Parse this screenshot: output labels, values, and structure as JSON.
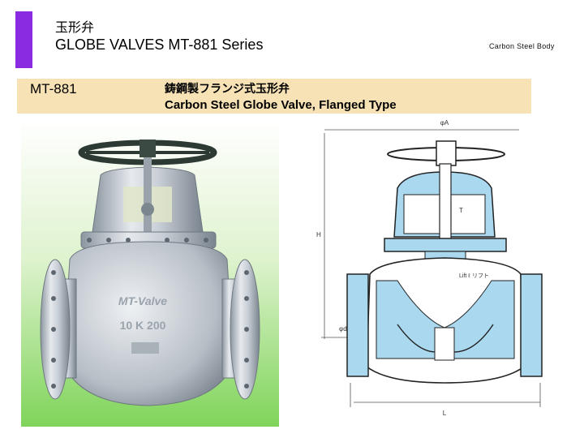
{
  "header": {
    "title_jp": "玉形弁",
    "title_en": "GLOBE VALVES  MT-881 Series",
    "body_label": "Carbon Steel Body"
  },
  "product": {
    "model": "MT-881",
    "name_jp": "鋳鋼製フランジ式玉形弁",
    "name_en": "Carbon Steel Globe Valve, Flanged Type"
  },
  "photo": {
    "cast_marks": [
      "MT-Valve",
      "10 K 200"
    ]
  },
  "drawing": {
    "dim_labels": [
      "φA",
      "H",
      "T",
      "Lift ℓ",
      "φd",
      "L",
      "リフト"
    ]
  },
  "colors": {
    "accent": "#8a2be2",
    "band": "#f7e2b5",
    "photo_bg_top": "#ffffff",
    "photo_bg_bottom": "#7fd45a",
    "drawing_fill": "#a9d8ef"
  }
}
